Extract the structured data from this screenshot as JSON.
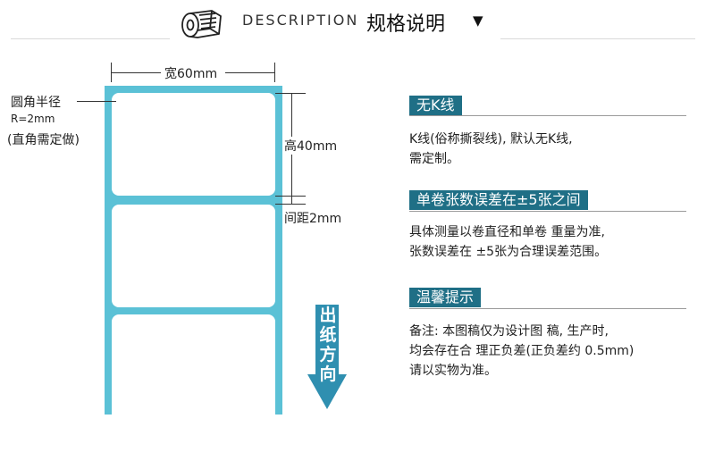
{
  "header": {
    "title_en": "DESCRIPTION",
    "title_zh": "规格说明",
    "arrow": "▼",
    "logo_icon": "tape-roll-icon"
  },
  "diagram": {
    "width_label": "宽60mm",
    "height_label": "高40mm",
    "gap_label": "间距2mm",
    "corner_label": "圆角半径",
    "corner_radius": "R=2mm",
    "corner_note": "(直角需定做)",
    "direction_label": [
      "出",
      "纸",
      "方",
      "向"
    ],
    "strip_color": "#5bc1d6",
    "arrow_color": "#2f8fb0"
  },
  "sections": [
    {
      "badge": "无K线",
      "lines": [
        "K线(俗称撕裂线), 默认无K线,",
        "需定制。"
      ]
    },
    {
      "badge": "单卷张数误差在±5张之间",
      "lines": [
        "具体测量以卷直径和单卷 重量为准,",
        "张数误差在 ±5张为合理误差范围。"
      ]
    },
    {
      "badge": "温馨提示",
      "lines": [
        "备注: 本图稿仅为设计图 稿, 生产时,",
        "均会存在合 理正负差(正负差约 0.5mm)",
        "请以实物为准。"
      ]
    }
  ],
  "colors": {
    "badge_bg": "#1f6f86",
    "accent": "#5bc1d6"
  }
}
